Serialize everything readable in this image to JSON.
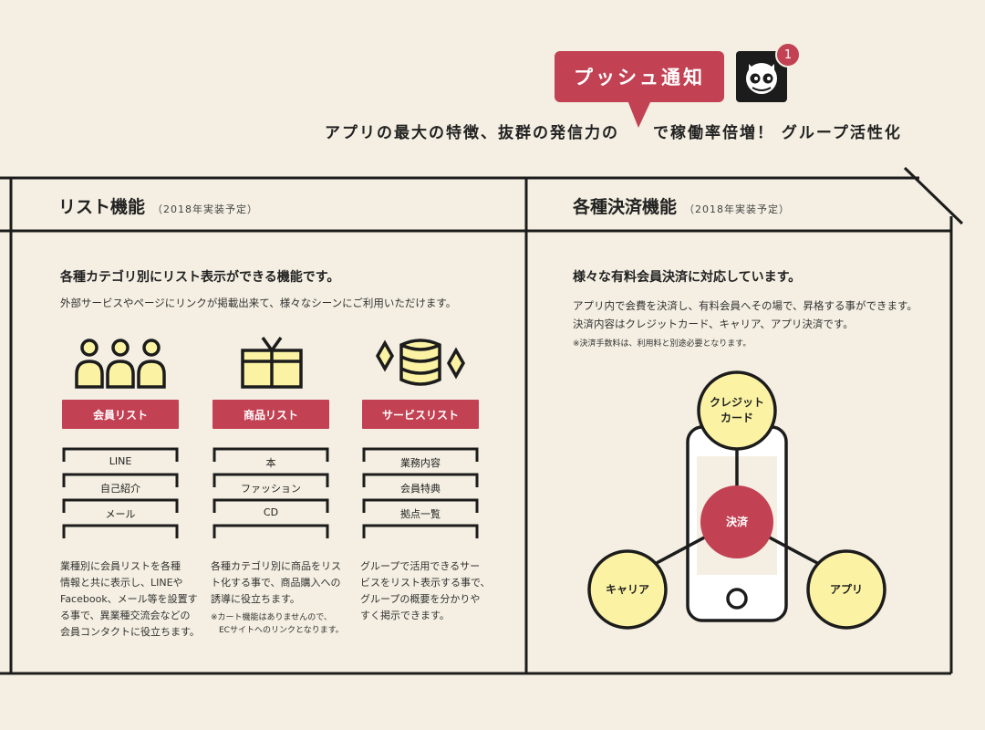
{
  "header": {
    "push_label": "プッシュ通知",
    "badge_count": "1",
    "headline_before": "アプリの最大の特徴、抜群の発信力の",
    "headline_after": "で稼働率倍増！ グループ活性化"
  },
  "colors": {
    "background": "#f4efe2",
    "accent": "#c24153",
    "highlight": "#fbf3a3",
    "line": "#1c1c1c"
  },
  "list_section": {
    "title": "リスト機能",
    "note": "（2018年実装予定）",
    "lead": "各種カテゴリ別にリスト表示ができる機能です。",
    "desc": "外部サービスやページにリンクが掲載出来て、様々なシーンにご利用いただけます。",
    "columns": [
      {
        "icon": "people-icon",
        "label": "会員リスト",
        "items": [
          "LINE",
          "自己紹介",
          "メール"
        ],
        "text": [
          "業種別に会員リストを各種",
          "情報と共に表示し、LINEや",
          "Facebook、メール等を設置す",
          "る事で、異業種交流会などの",
          "会員コンタクトに役立ちます。"
        ],
        "note": []
      },
      {
        "icon": "gift-box-icon",
        "label": "商品リスト",
        "items": [
          "本",
          "ファッション",
          "CD"
        ],
        "text": [
          "各種カテゴリ別に商品をリス",
          "ト化する事で、商品購入への",
          "誘導に役立ちます。"
        ],
        "note": [
          "※カート機能はありませんので、",
          "　ECサイトへのリンクとなります。"
        ]
      },
      {
        "icon": "coins-icon",
        "label": "サービスリスト",
        "items": [
          "業務内容",
          "会員特典",
          "拠点一覧"
        ],
        "text": [
          "グループで活用できるサー",
          "ビスをリスト表示する事で、",
          "グループの概要を分かりや",
          "すく掲示できます。"
        ],
        "note": []
      }
    ]
  },
  "payment_section": {
    "title": "各種決済機能",
    "note": "（2018年実装予定）",
    "lead": "様々な有料会員決済に対応しています。",
    "desc": [
      "アプリ内で会費を決済し、有料会員へその場で、昇格する事ができます。",
      "決済内容はクレジットカード、キャリア、アプリ決済です。"
    ],
    "small_note": "※決済手数料は、利用料と別途必要となります。",
    "diagram": {
      "center": "決済",
      "credit": [
        "クレジット",
        "カード"
      ],
      "carrier": "キャリア",
      "app": "アプリ"
    }
  }
}
